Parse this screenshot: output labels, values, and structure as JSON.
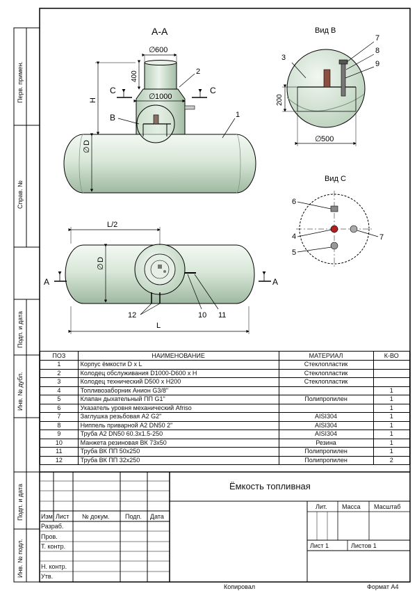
{
  "views": {
    "section_aa": "А-А",
    "view_b": "Вид В",
    "view_c": "Вид С"
  },
  "dimensions": {
    "d600": "600",
    "d1000": "1000",
    "h400": "400",
    "h": "Н",
    "d_tank": "D",
    "d_tank_plan": "D",
    "l_half": "L/2",
    "l": "L",
    "h200": "200",
    "d500": "500",
    "diam_symbol": "∅"
  },
  "markers": {
    "b": "В",
    "c_left": "С",
    "c_right": "С",
    "a_left": "А",
    "a_right": "А"
  },
  "callouts": {
    "p1": "1",
    "p2": "2",
    "p3": "3",
    "p4": "4",
    "p5": "5",
    "p6": "6",
    "p7": "7",
    "p7c": "7",
    "p8": "8",
    "p9": "9",
    "p10": "10",
    "p11": "11",
    "p12": "12"
  },
  "side_labels": {
    "perv": "Перв. примен.",
    "sprav": "Справ. №",
    "podp1": "Подп. и дата",
    "inv_dubl": "Инв. № дубл.",
    "podp2": "Подп. и дата",
    "inv_podl": "Инв. № подл."
  },
  "spec": {
    "headers": [
      "ПОЗ",
      "НАИМЕНОВАНИЕ",
      "МАТЕРИАЛ",
      "К-ВО"
    ],
    "rows": [
      [
        "1",
        "Корпус ёмкости D x L",
        "Стеклопластик",
        ""
      ],
      [
        "2",
        "Колодец обслуживания D1000-D600 x H",
        "Стеклопластик",
        ""
      ],
      [
        "3",
        "Колодец технический D500 x H200",
        "Стеклопластик",
        ""
      ],
      [
        "4",
        "Топливозаборник Анион G3/8\"",
        "",
        "1"
      ],
      [
        "5",
        "Клапан дыхательный ПП G1\"",
        "Полипропилен",
        "1"
      ],
      [
        "6",
        "Указатель уровня механический Afriso",
        "",
        "1"
      ],
      [
        "7",
        "Заглушка резьбовая А2 G2\"",
        "AISI304",
        "1"
      ],
      [
        "8",
        "Ниппель приварной А2 DN50 2\"",
        "AISI304",
        "1"
      ],
      [
        "9",
        "Труба А2 DN50 60.3x1.5-250",
        "AISI304",
        "1"
      ],
      [
        "10",
        "Манжета резиновая ВК 73x50",
        "Резина",
        "1"
      ],
      [
        "11",
        "Труба ВК ПП 50x250",
        "Полипропилен",
        "1"
      ],
      [
        "12",
        "Труба ВК ПП 32x250",
        "Полипропилен",
        "2"
      ]
    ]
  },
  "stamp": {
    "title": "Ёмкость топливная",
    "col_izm": "Изм",
    "col_list": "Лист",
    "col_doc": "№ докум.",
    "col_podp": "Подп.",
    "col_data": "Дата",
    "razrab": "Разраб.",
    "prov": "Пров.",
    "t_kontr": "Т. контр.",
    "n_kontr": "Н. контр.",
    "utv": "Утв.",
    "lit": "Лит.",
    "massa": "Масса",
    "masshtab": "Масштаб",
    "sheet": "Лист 1",
    "sheets": "Листов 1"
  },
  "footer": {
    "kopiroval": "Копировал",
    "format": "Формат А4"
  }
}
